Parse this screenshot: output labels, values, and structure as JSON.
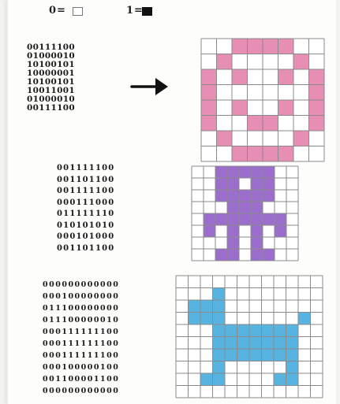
{
  "legend": {
    "zero_label": "0=",
    "one_label": "1="
  },
  "puzzles": [
    {
      "rows": [
        "00111100",
        "01000010",
        "10100101",
        "10000001",
        "10100101",
        "10011001",
        "01000010",
        "00111100"
      ],
      "color": "#e27aa6"
    },
    {
      "rows": [
        "001111100",
        "001101100",
        "001111100",
        "000111000",
        "011111110",
        "010101010",
        "000101000",
        "001101100"
      ],
      "color": "#8a55c4"
    },
    {
      "rows": [
        "000000000000",
        "000100000000",
        "011100000000",
        "011100000010",
        "000111111100",
        "000111111100",
        "000111111100",
        "000100000100",
        "001100001100",
        "000000000000"
      ],
      "color": "#39a7dc"
    }
  ],
  "colors": {
    "pink": "#e27aa6",
    "purple": "#8a55c4",
    "blue": "#39a7dc",
    "grid_line": "#8a8a8a",
    "ink": "#111111"
  },
  "icons": {
    "arrow": "right-arrow-icon"
  }
}
